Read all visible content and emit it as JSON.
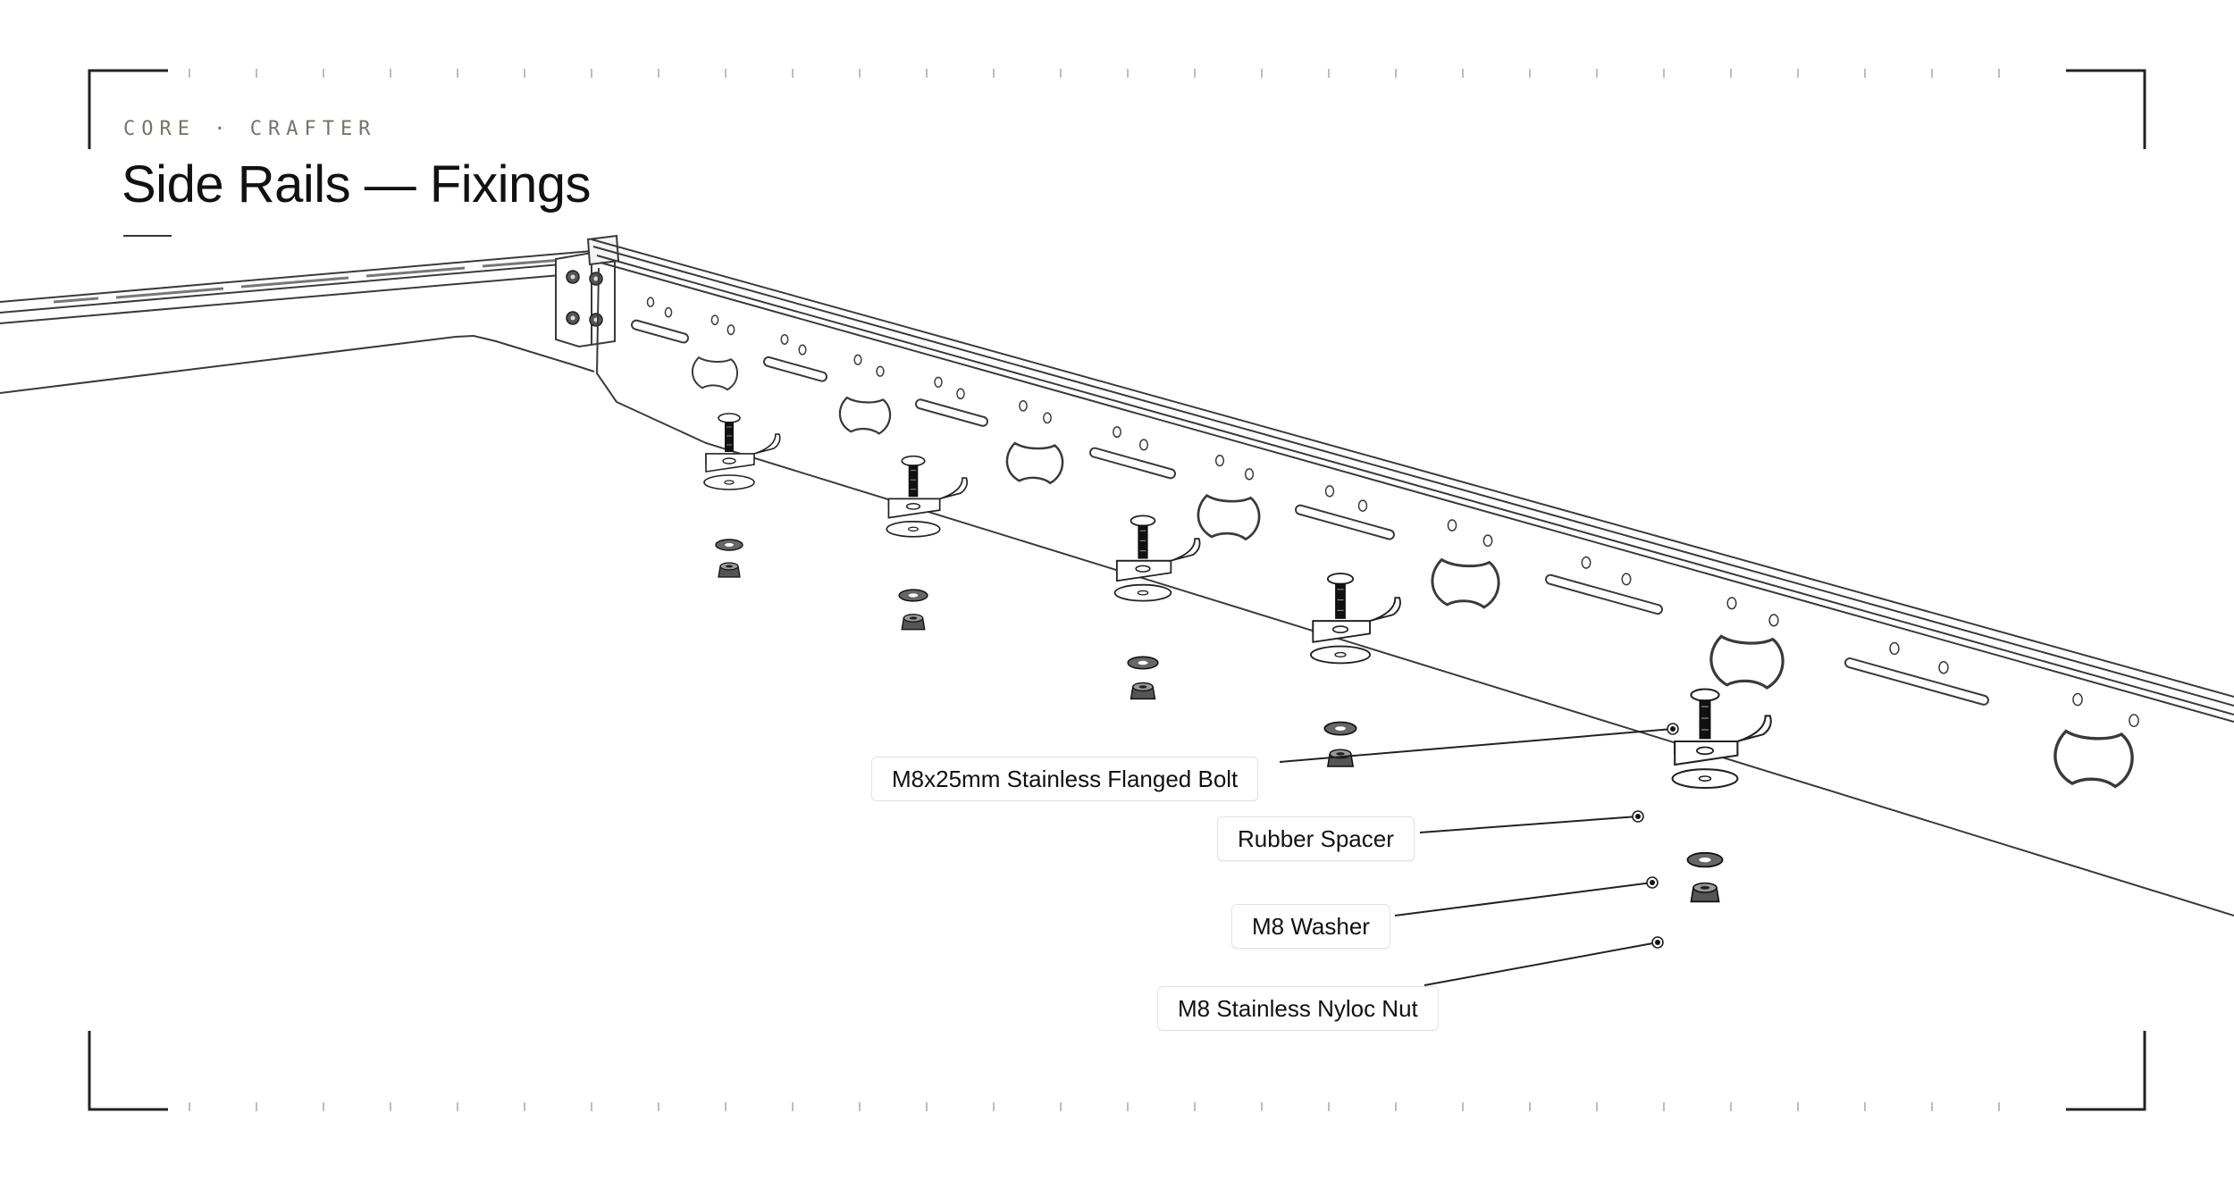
{
  "header": {
    "brand": "CORE · CRAFTER",
    "title": "Side Rails — Fixings"
  },
  "callouts": [
    {
      "id": "bolt",
      "label": "M8x25mm Stainless Flanged Bolt"
    },
    {
      "id": "spacer",
      "label": "Rubber Spacer"
    },
    {
      "id": "washer",
      "label": "M8 Washer"
    },
    {
      "id": "nut",
      "label": "M8 Stainless Nyloc Nut"
    }
  ],
  "colors": {
    "ink": "#111111",
    "brand": "#77736b",
    "frame": "#222222",
    "line": "#3a3a3a",
    "callout_border": "#e2e2e2"
  }
}
